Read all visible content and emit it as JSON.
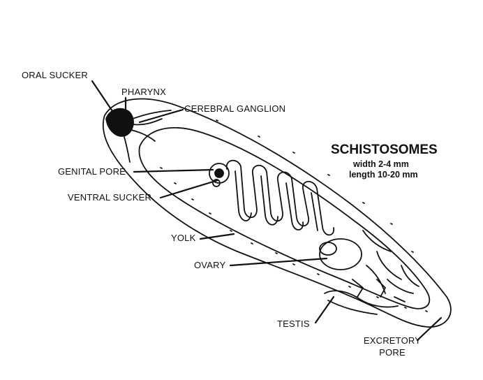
{
  "title": {
    "heading": "SCHISTOSOMES",
    "width": "width 2-4 mm",
    "length": "length 10-20 mm"
  },
  "labels": {
    "oral_sucker": "ORAL SUCKER",
    "pharynx": "PHARYNX",
    "cerebral_ganglion": "CEREBRAL GANGLION",
    "genital_pore": "GENITAL PORE",
    "ventral_sucker": "VENTRAL SUCKER",
    "yolk": "YOLK",
    "ovary": "OVARY",
    "testis": "TESTIS",
    "excretory_pore_line1": "EXCRETORY",
    "excretory_pore_line2": "PORE"
  },
  "colors": {
    "ink": "#111111",
    "background": "#ffffff"
  }
}
